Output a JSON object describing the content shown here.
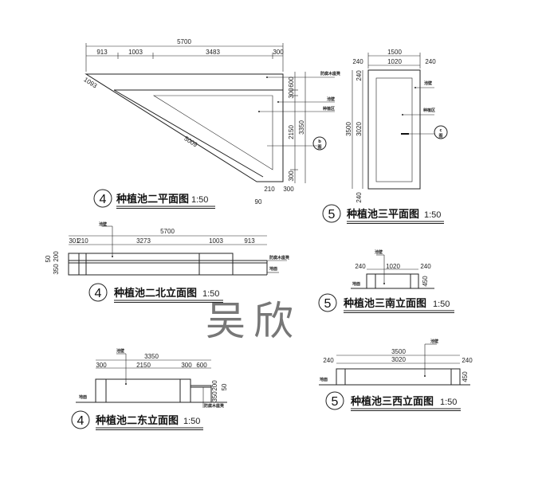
{
  "labels": {
    "seat": "防腐木座凳",
    "wall": "池壁",
    "planting": "种植区",
    "ground": "地面"
  },
  "watermark": "吴欣",
  "plan4": {
    "num": "4",
    "title": "种植池二平面图",
    "scale": "1:50",
    "dims": {
      "total": "5700",
      "a": "913",
      "b": "1003",
      "c": "3483",
      "d": "300",
      "r1": "600",
      "r2": "300",
      "r3": "2150",
      "r4": "300",
      "rt": "3350",
      "diag1": "1093",
      "diag2": "5009",
      "b1": "210",
      "b2": "300",
      "b3": "90"
    },
    "section": {
      "top": "b",
      "bottom": "图"
    }
  },
  "plan5": {
    "num": "5",
    "title": "种植池三平面图",
    "scale": "1:50",
    "dims": {
      "total": "1500",
      "l": "240",
      "m": "1020",
      "r": "240",
      "h": "3500",
      "hi": "3020",
      "t": "240",
      "b": "240"
    },
    "section": {
      "top": "c",
      "bottom": "图"
    }
  },
  "north4": {
    "num": "4",
    "title": "种植池二北立面图",
    "scale": "1:50",
    "dims": {
      "total": "5700",
      "a": "301",
      "b": "210",
      "c": "3273",
      "d": "1003",
      "e": "913",
      "v1": "50",
      "v2": "200",
      "v3": "350"
    }
  },
  "east4": {
    "num": "4",
    "title": "种植池二东立面图",
    "scale": "1:50",
    "dims": {
      "total": "3350",
      "a": "300",
      "b": "2150",
      "c": "300",
      "d": "600",
      "v1": "350",
      "v2": "200",
      "v3": "50"
    }
  },
  "south5": {
    "num": "5",
    "title": "种植池三南立面图",
    "scale": "1:50",
    "dims": {
      "l": "240",
      "m": "1020",
      "r": "240",
      "h": "450"
    }
  },
  "west5": {
    "num": "5",
    "title": "种植池三西立面图",
    "scale": "1:50",
    "dims": {
      "total": "3500",
      "l": "240",
      "m": "3020",
      "r": "240",
      "h": "450"
    }
  }
}
